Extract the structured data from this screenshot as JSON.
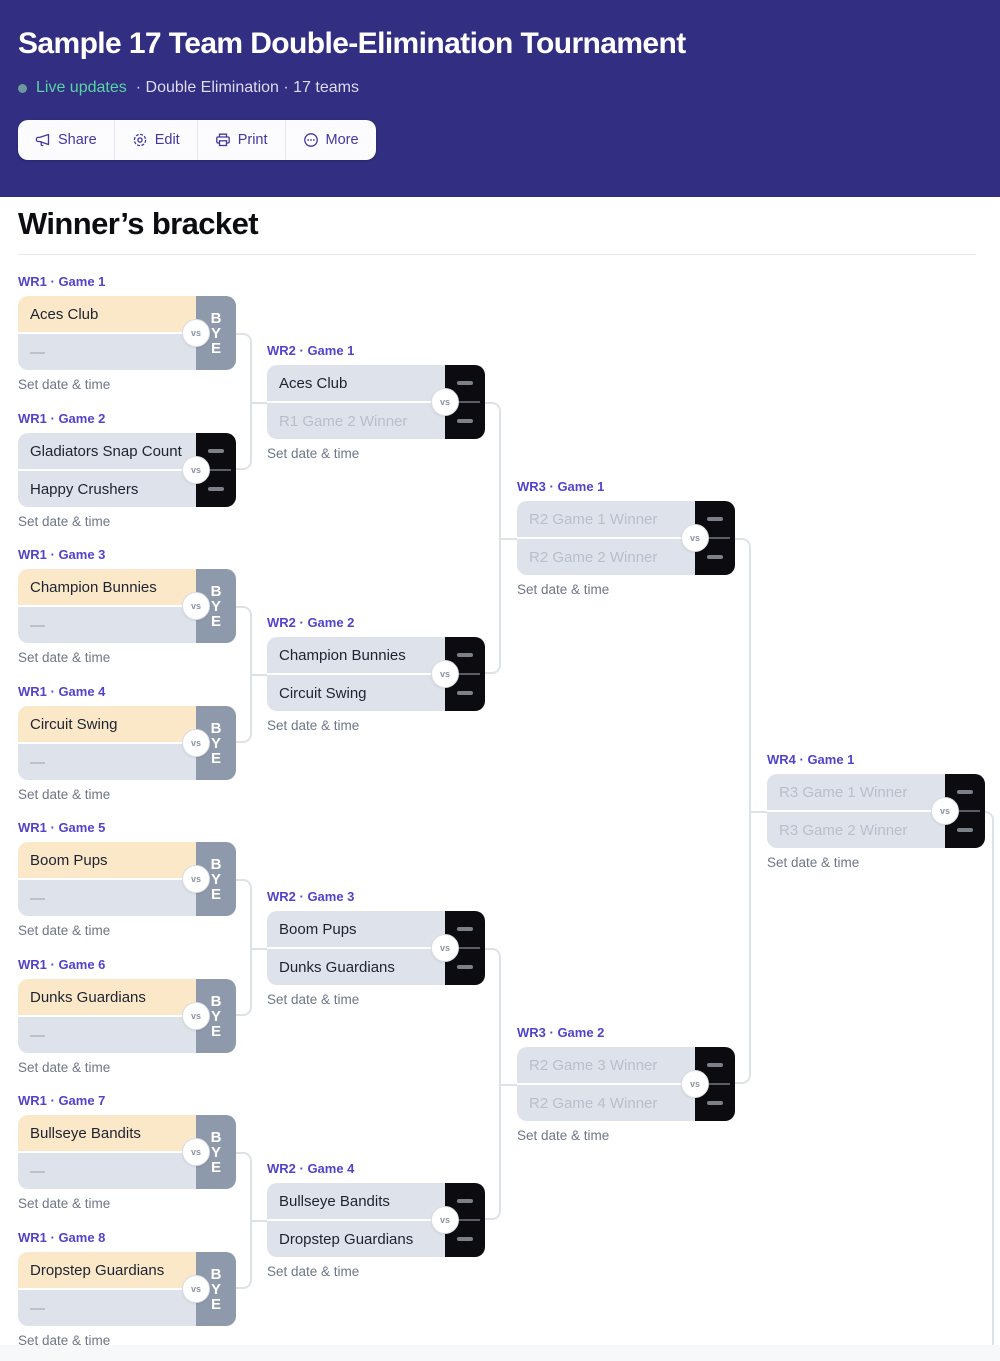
{
  "header": {
    "title": "Sample 17 Team Double-Elimination Tournament",
    "live_label": "Live updates",
    "subtitle_rest": "· Double Elimination · 17 teams",
    "buttons": {
      "share": "Share",
      "edit": "Edit",
      "print": "Print",
      "more": "More"
    }
  },
  "section": {
    "title": "Winner’s bracket"
  },
  "bracket": {
    "set_date_label": "Set date & time",
    "vs_label": "vs",
    "bye_label": "BYE",
    "matches": [
      {
        "label": "WR1 · Game 1",
        "top": "Aces Club",
        "bottom": "—",
        "type": "bye"
      },
      {
        "label": "WR1 · Game 2",
        "top": "Gladiators Snap Count",
        "bottom": "Happy Crushers",
        "type": "score"
      },
      {
        "label": "WR1 · Game 3",
        "top": "Champion Bunnies",
        "bottom": "—",
        "type": "bye"
      },
      {
        "label": "WR1 · Game 4",
        "top": "Circuit Swing",
        "bottom": "—",
        "type": "bye"
      },
      {
        "label": "WR1 · Game 5",
        "top": "Boom Pups",
        "bottom": "—",
        "type": "bye"
      },
      {
        "label": "WR1 · Game 6",
        "top": "Dunks Guardians",
        "bottom": "—",
        "type": "bye"
      },
      {
        "label": "WR1 · Game 7",
        "top": "Bullseye Bandits",
        "bottom": "—",
        "type": "bye"
      },
      {
        "label": "WR1 · Game 8",
        "top": "Dropstep Guardians",
        "bottom": "—",
        "type": "bye"
      },
      {
        "label": "WR2 · Game 1",
        "top": "Aces Club",
        "bottom": "R1 Game 2 Winner",
        "type": "score"
      },
      {
        "label": "WR2 · Game 2",
        "top": "Champion Bunnies",
        "bottom": "Circuit Swing",
        "type": "score"
      },
      {
        "label": "WR2 · Game 3",
        "top": "Boom Pups",
        "bottom": "Dunks Guardians",
        "type": "score"
      },
      {
        "label": "WR2 · Game 4",
        "top": "Bullseye Bandits",
        "bottom": "Dropstep Guardians",
        "type": "score"
      },
      {
        "label": "WR3 · Game 1",
        "top": "R2 Game 1 Winner",
        "bottom": "R2 Game 2 Winner",
        "type": "score"
      },
      {
        "label": "WR3 · Game 2",
        "top": "R2 Game 3 Winner",
        "bottom": "R2 Game 4 Winner",
        "type": "score"
      },
      {
        "label": "WR4 · Game 1",
        "top": "R3 Game 1 Winner",
        "bottom": "R3 Game 2 Winner",
        "type": "score"
      }
    ]
  },
  "colors": {
    "header_bg": "#322E81",
    "accent_purple": "#5243CB",
    "live_green": "#57D5A3",
    "seed_cream": "#FBE8C9",
    "slot_gray": "#DEE2EB",
    "bye_gray": "#8E99AB",
    "score_black": "#0B0B10"
  }
}
